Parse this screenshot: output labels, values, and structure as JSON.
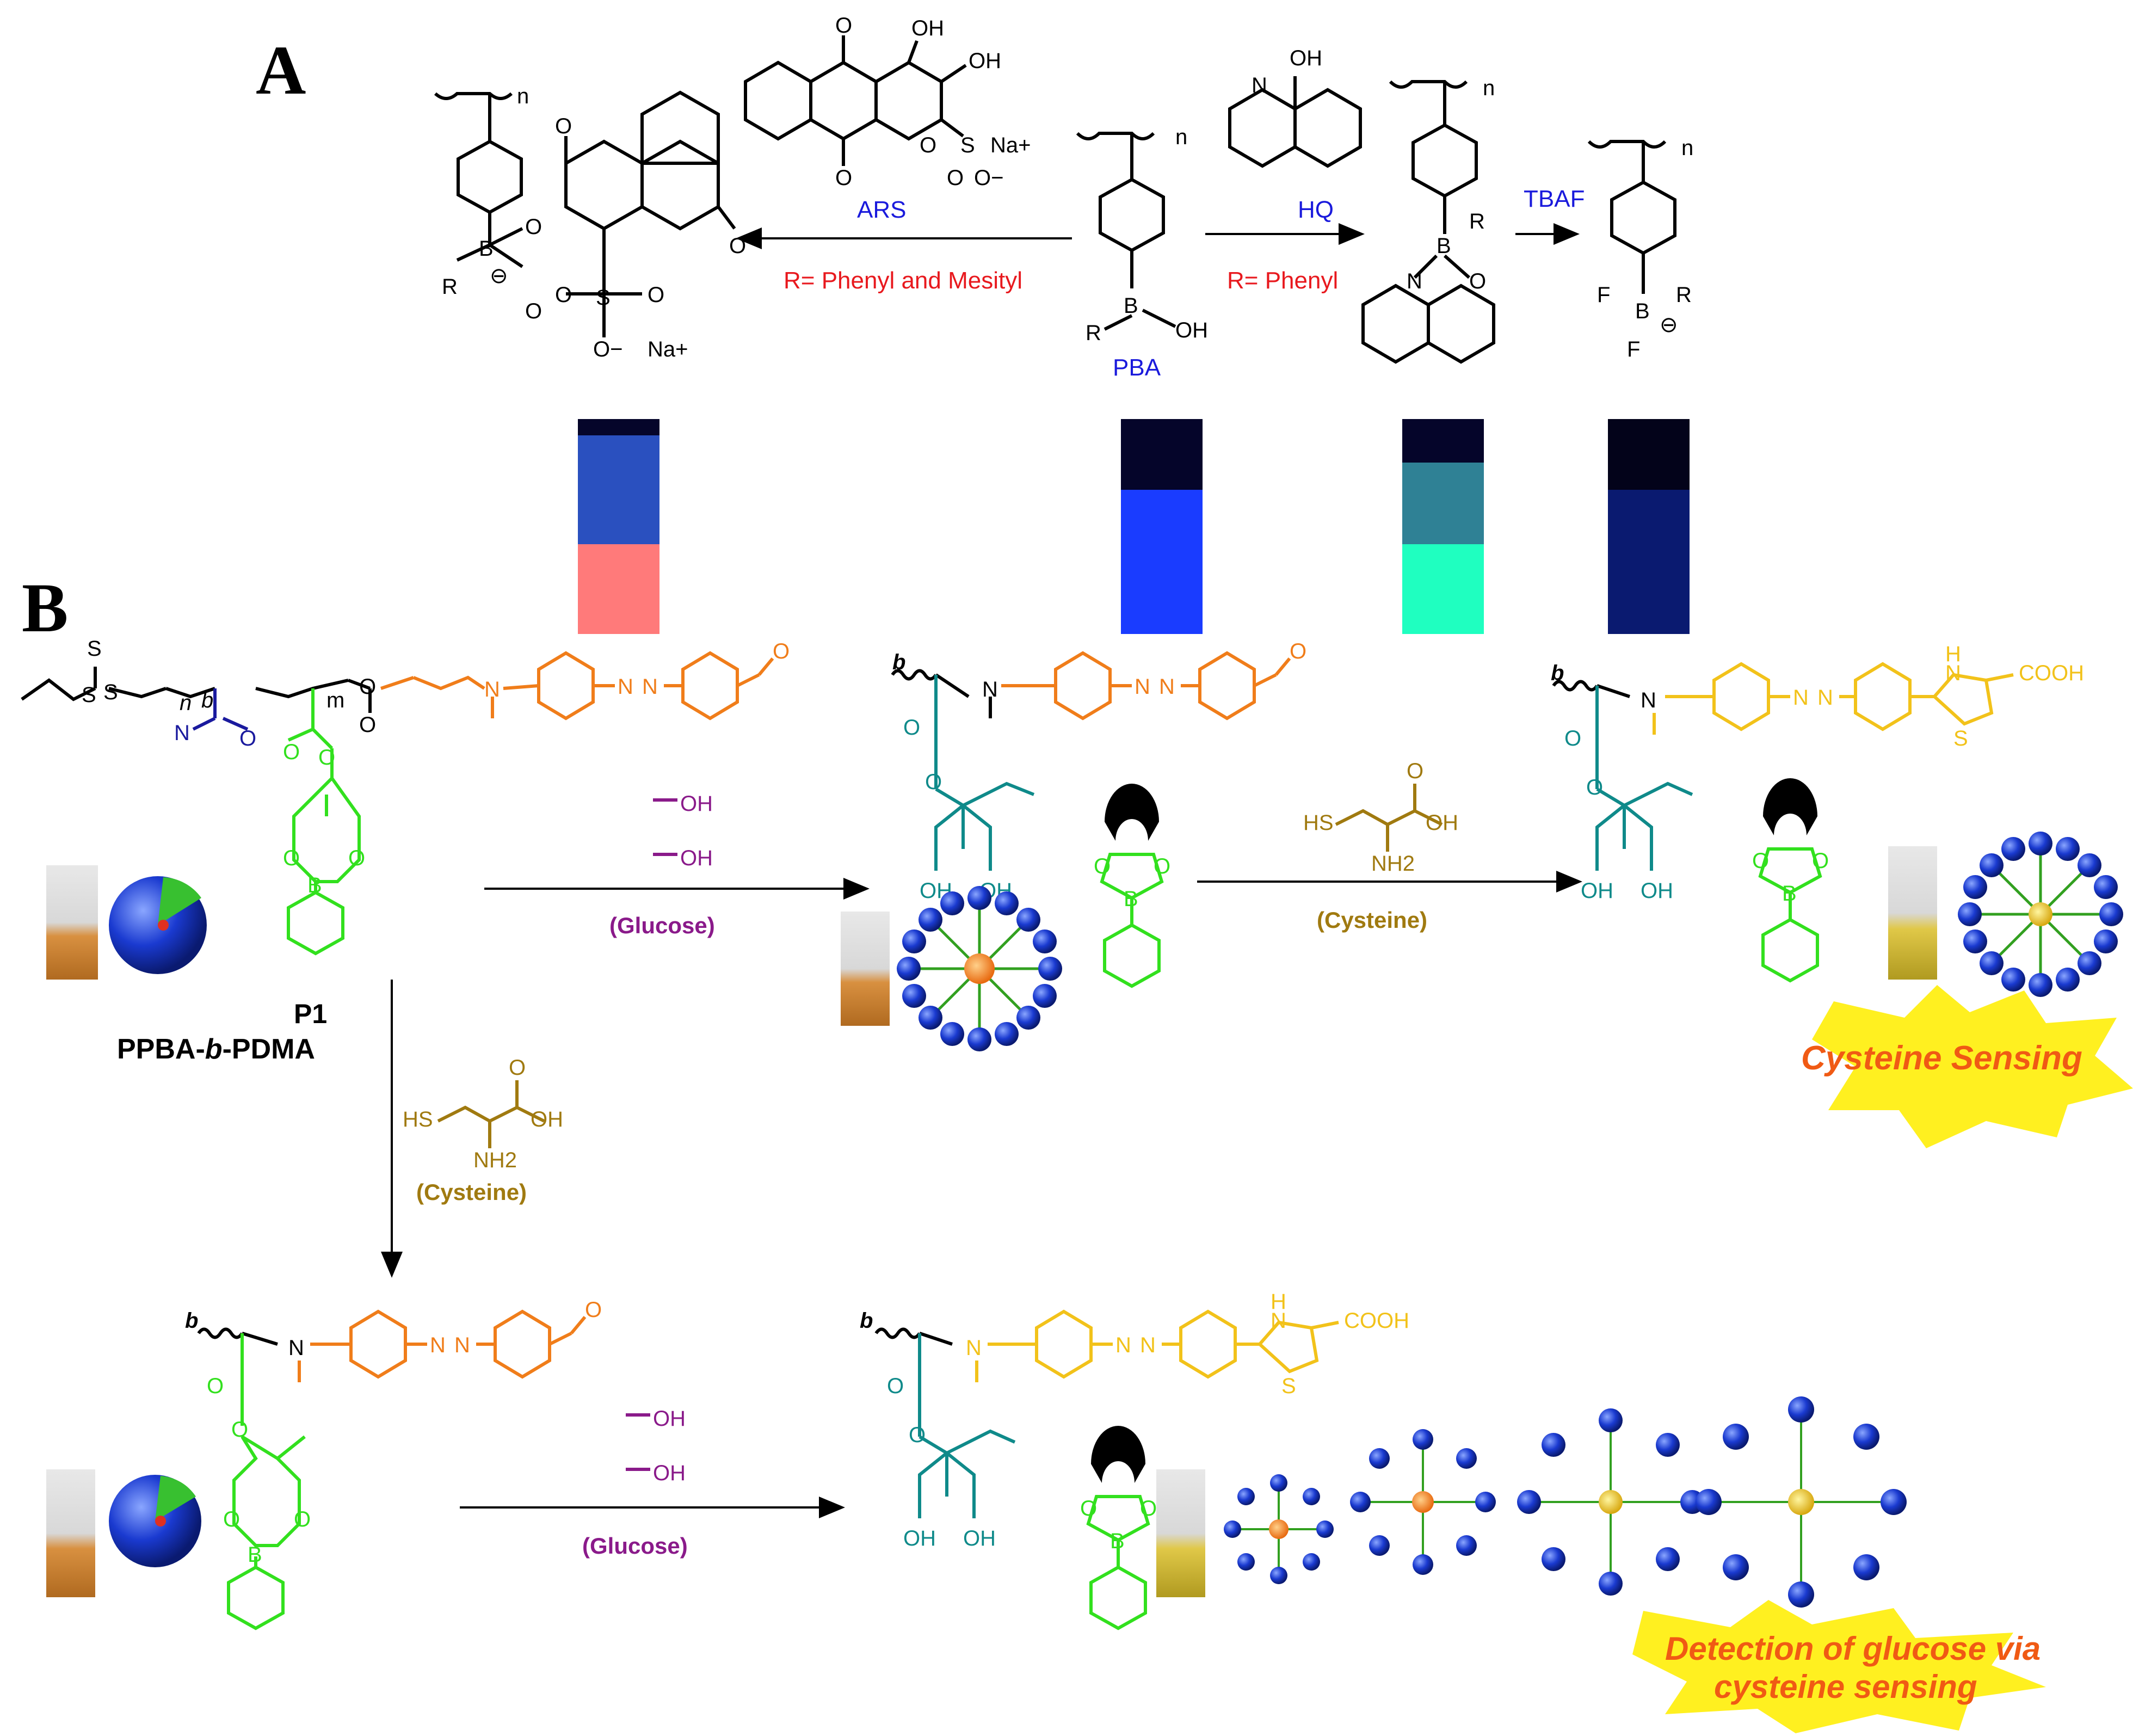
{
  "panel_a": {
    "label": "A",
    "n": "n",
    "reagents": {
      "ars": "ARS",
      "hq": "HQ",
      "tbaf": "TBAF",
      "pba": "PBA"
    },
    "conditions": {
      "ars": "R= Phenyl and Mesityl",
      "hq": "R= Phenyl"
    },
    "atoms": {
      "oh": "OH",
      "o": "O",
      "s": "S",
      "na_plus": "Na+",
      "o_minus": "O−",
      "b": "B",
      "r": "R",
      "n": "N",
      "f": "F",
      "minus": "⊖"
    },
    "colors": {
      "reagent": "#1a1adc",
      "condition": "#e8191e",
      "vial_pink": "#ff8080",
      "vial_blue": "#1a3cff",
      "vial_green": "#1fffc0",
      "vial_dim": "#0a1a70"
    }
  },
  "panel_b": {
    "label": "B",
    "p1_label": "P1",
    "p1_name_1": "PPBA-",
    "p1_name_b": "b",
    "p1_name_2": "-PDMA",
    "reagents": {
      "glucose": "(Glucose)",
      "cysteine": "(Cysteine)"
    },
    "atoms": {
      "oh": "OH",
      "nh2": "NH2",
      "hs": "HS",
      "cooh": "COOH",
      "h": "H",
      "n": "N",
      "s": "S",
      "o": "O",
      "b": "B",
      "b_chain": "b",
      "m": "m",
      "n_sub": "n"
    },
    "highlights": {
      "cysteine_sensing": "Cysteine Sensing",
      "glucose_detection_1": "Detection of glucose via",
      "glucose_detection_2": "cysteine sensing"
    },
    "colors": {
      "green": "#32e01e",
      "orange": "#f07d1a",
      "yellow": "#f2c21a",
      "teal": "#0f8a8a",
      "navy": "#1a1a9e",
      "purple": "#8a1a8a",
      "olive": "#a07a10",
      "burst": "#fff020",
      "burst_text": "#f05a14"
    }
  }
}
